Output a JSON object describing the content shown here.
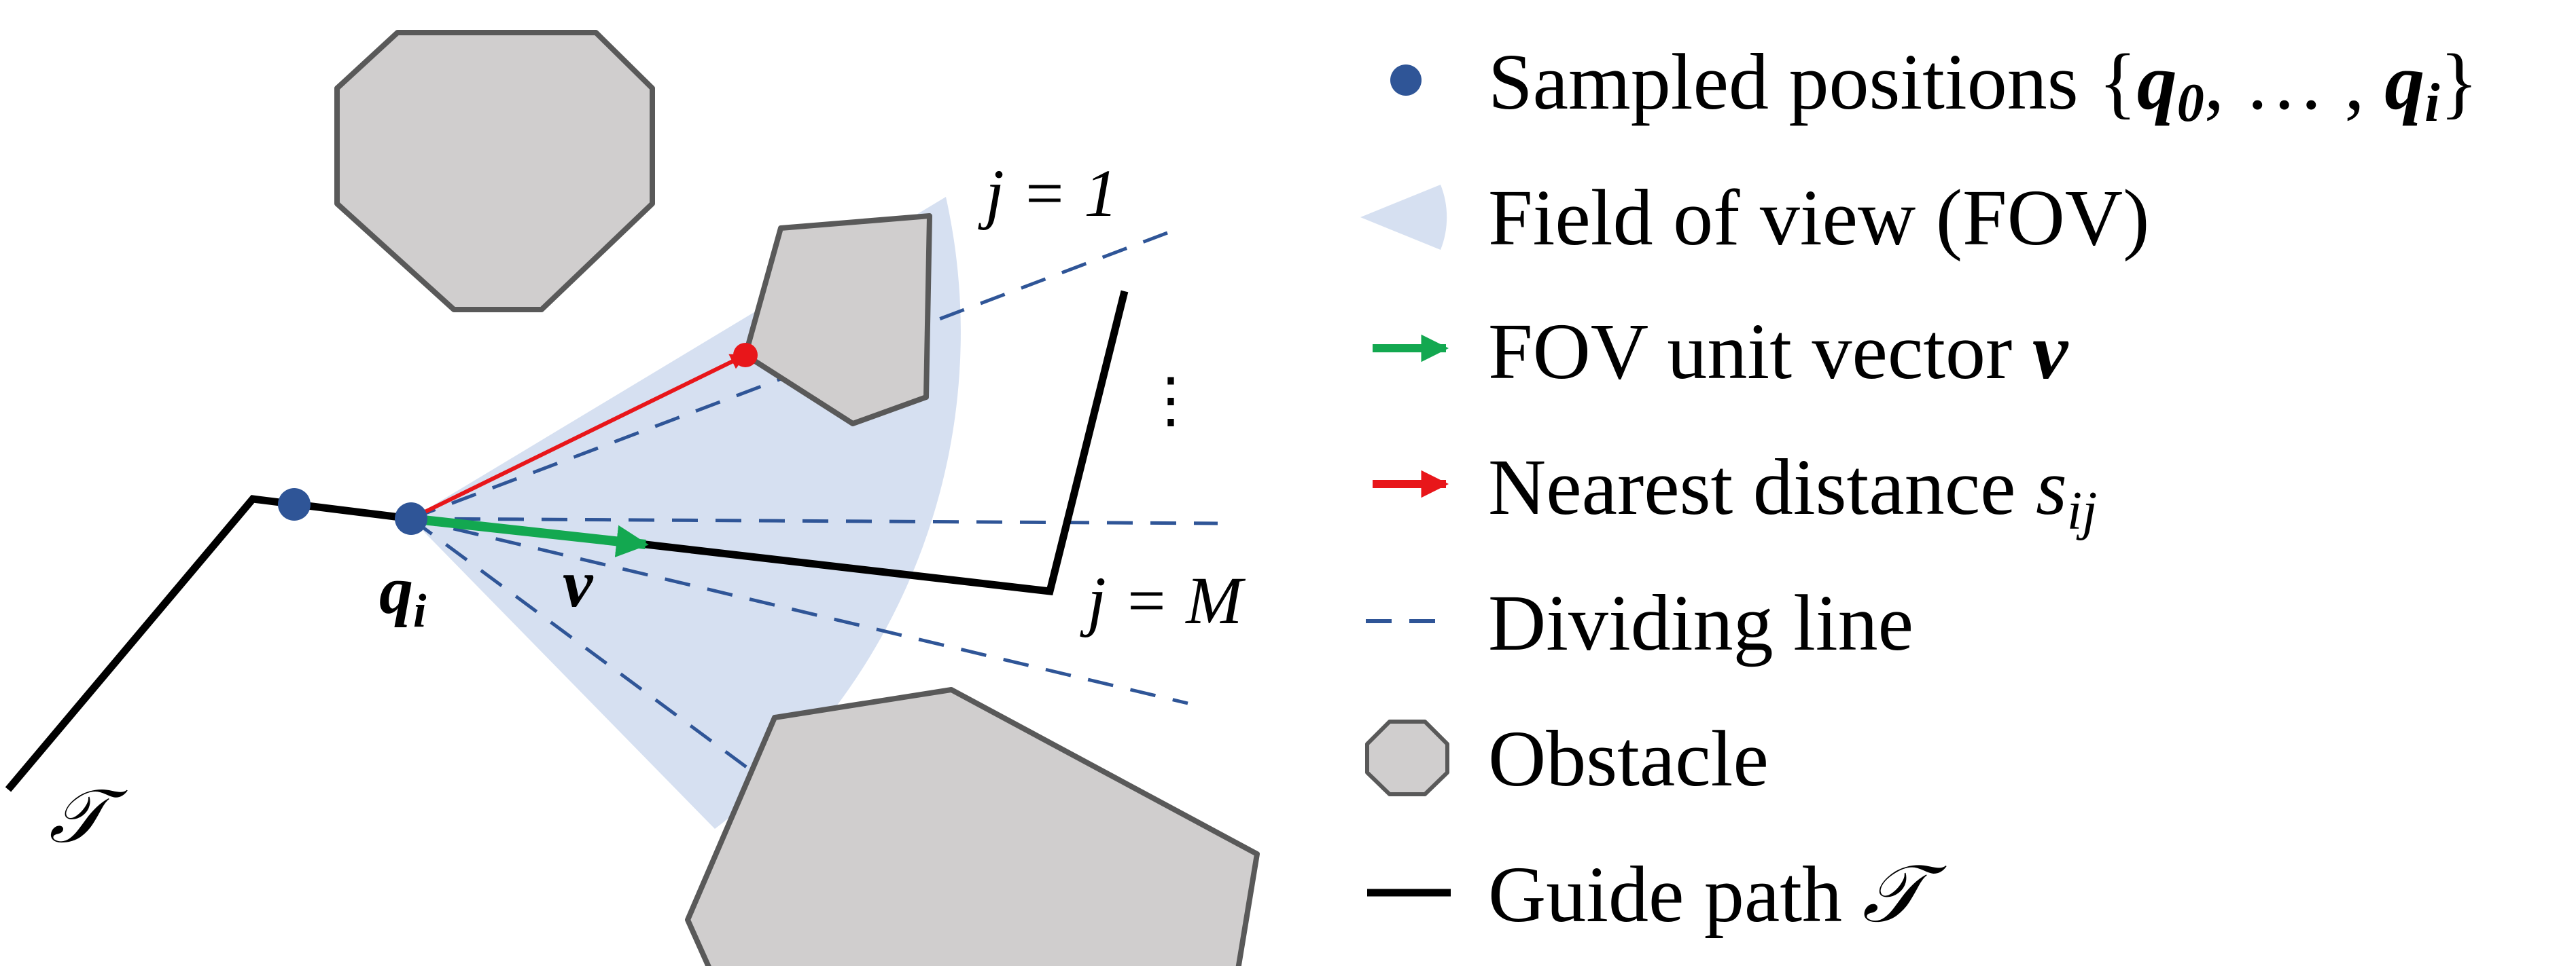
{
  "colors": {
    "sample_point": "#2f5597",
    "fov_fill": "#d6e0f1",
    "fov_vector": "#13a850",
    "nearest_distance": "#e8161a",
    "dividing_line": "#2f5597",
    "obstacle_fill": "#d0cece",
    "obstacle_stroke": "#595959",
    "guide_path": "#000000"
  },
  "diagram": {
    "labels": {
      "q_i": {
        "base": "q",
        "sub": "i"
      },
      "v": "v",
      "j_first": "j = 1",
      "j_last": "j = M",
      "dots": "⋮",
      "path": "𝒯"
    }
  },
  "legend": {
    "items": [
      {
        "icon": "blue-dot-icon",
        "text": "Sampled positions {",
        "q0": {
          "base": "q",
          "sub": "0"
        },
        "sep": ", … , ",
        "qi": {
          "base": "q",
          "sub": "i"
        },
        "close": "}"
      },
      {
        "icon": "fov-wedge-icon",
        "text": "Field of view (FOV)"
      },
      {
        "icon": "green-arrow-icon",
        "text": "FOV unit vector ",
        "sym": "v"
      },
      {
        "icon": "red-arrow-icon",
        "text": "Nearest distance ",
        "sym": "s",
        "sub": "ij"
      },
      {
        "icon": "dashed-line-icon",
        "text": "Dividing line"
      },
      {
        "icon": "obstacle-octagon-icon",
        "text": "Obstacle"
      },
      {
        "icon": "black-line-icon",
        "text": "Guide path ",
        "sym": "𝒯"
      }
    ]
  }
}
